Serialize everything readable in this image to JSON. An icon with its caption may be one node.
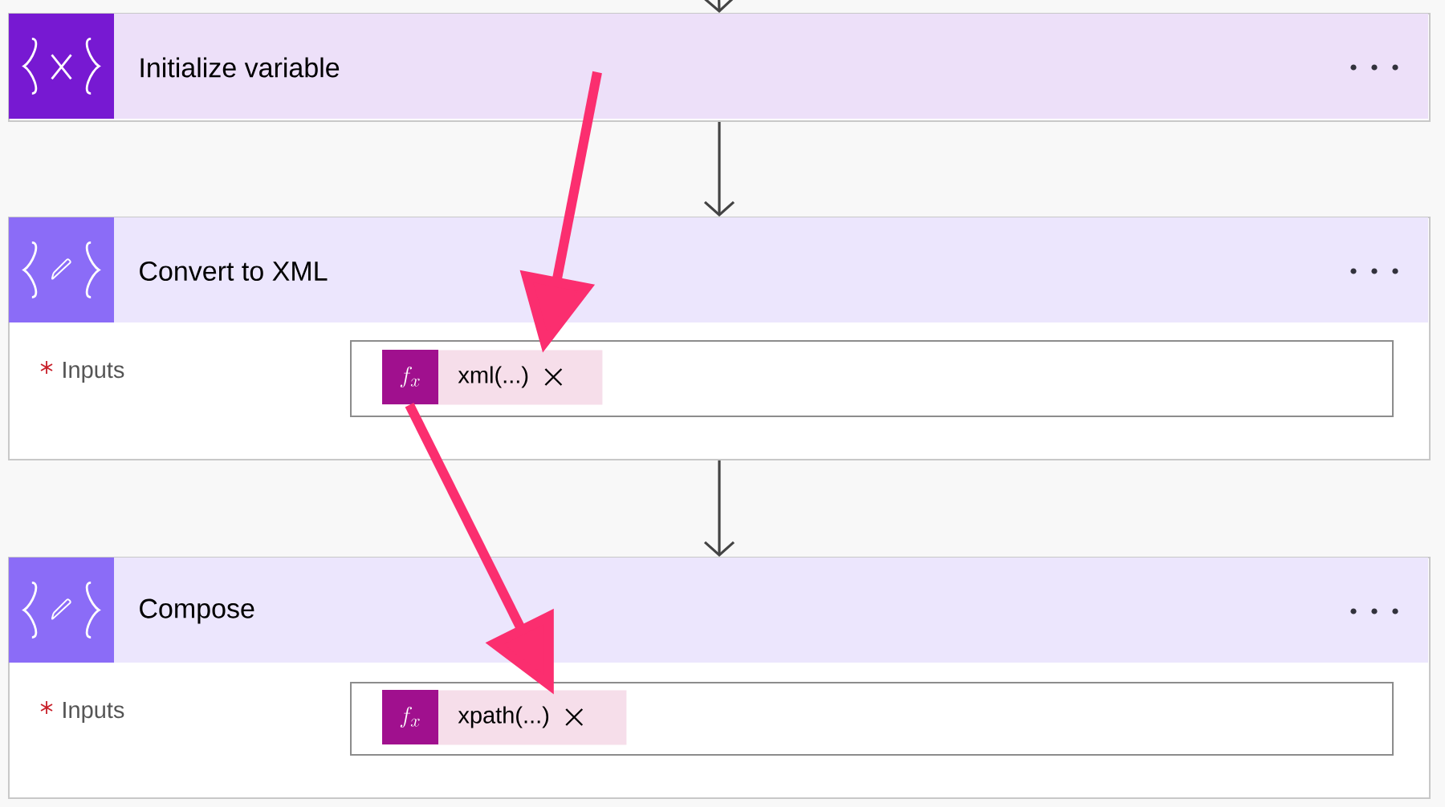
{
  "diagram": {
    "nodes": [
      {
        "text": [
          "Initialize variable"
        ]
      },
      {
        "text": [
          "Convert to XML",
          "Inputs"
        ]
      },
      {
        "text": [],
        "shape": "box",
        "in": 1
      },
      {
        "text": [
          "xml(...)"
        ],
        "in": 2
      },
      {
        "text": [
          "Compose",
          "Inputs"
        ]
      },
      {
        "text": [],
        "shape": "box",
        "in": 4
      },
      {
        "text": [
          "xpath(...)"
        ],
        "in": 5
      }
    ],
    "edges": [
      {
        "from": null,
        "to": 0,
        "arrow": "to"
      },
      {
        "from": 0,
        "to": 1,
        "arrow": "to"
      },
      {
        "from": 1,
        "to": 4,
        "arrow": "to"
      },
      {
        "from": 0,
        "to": 3,
        "arrow": "to",
        "style": "thick",
        "color": "#fb2e6f"
      },
      {
        "from": 3,
        "to": 6,
        "arrow": "to",
        "style": "thick",
        "color": "#fb2e6f"
      }
    ],
    "labels": [
      "f_x",
      "f_x"
    ]
  }
}
